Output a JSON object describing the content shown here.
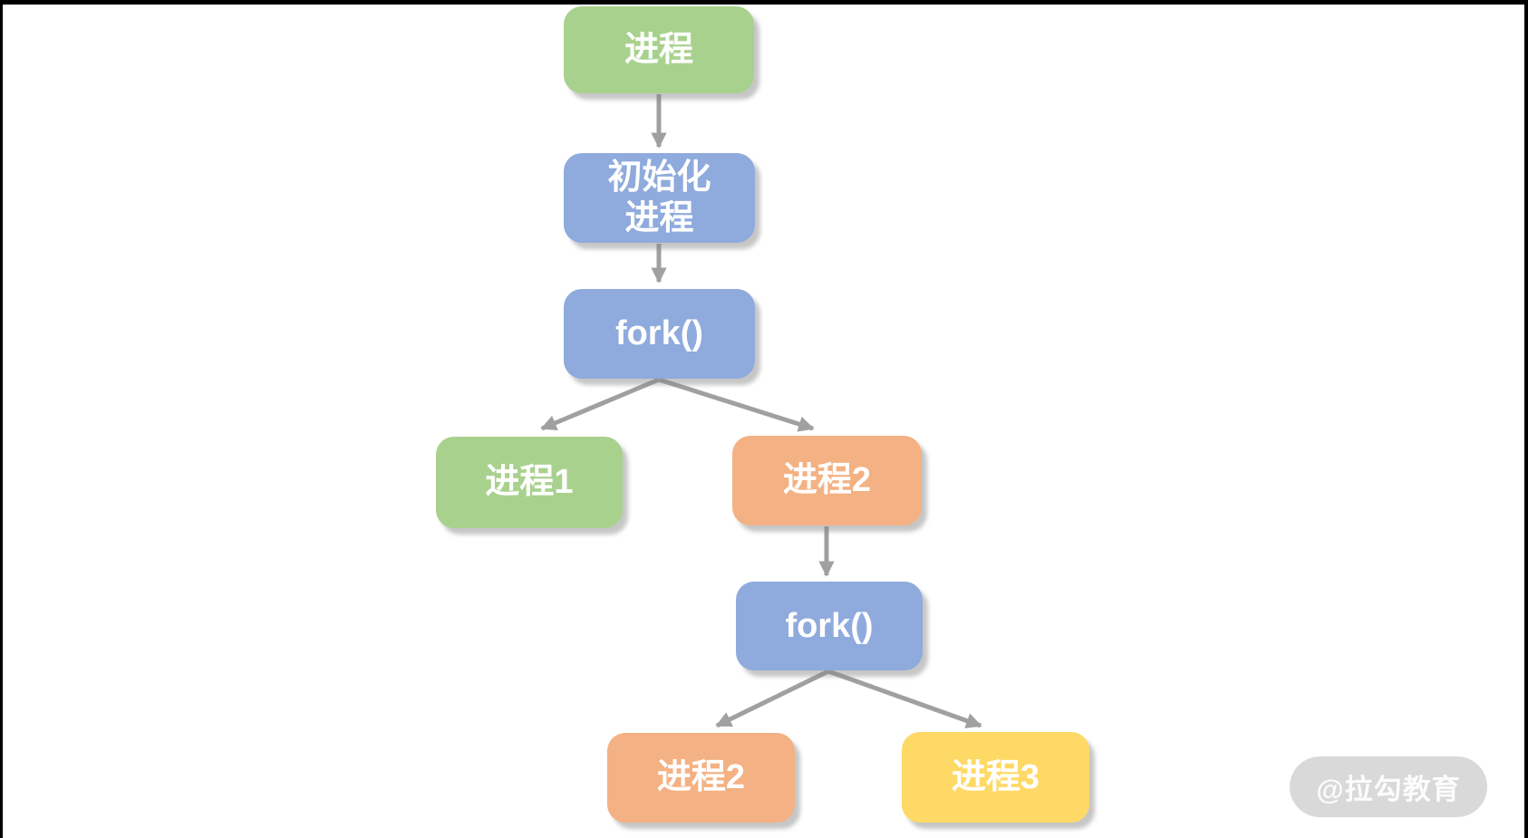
{
  "diagram": {
    "nodes": {
      "root": {
        "label": "进程",
        "color": "green"
      },
      "init": {
        "label": "初始化\n进程",
        "color": "blue"
      },
      "fork1": {
        "label": "fork()",
        "color": "blue"
      },
      "p1": {
        "label": "进程1",
        "color": "green"
      },
      "p2a": {
        "label": "进程2",
        "color": "orange"
      },
      "fork2": {
        "label": "fork()",
        "color": "blue"
      },
      "p2b": {
        "label": "进程2",
        "color": "orange"
      },
      "p3": {
        "label": "进程3",
        "color": "yellow"
      }
    },
    "edges": [
      "root->init",
      "init->fork1",
      "fork1->p1",
      "fork1->p2a",
      "p2a->fork2",
      "fork2->p2b",
      "fork2->p3"
    ],
    "colors": {
      "green": "#A9D18E",
      "blue": "#8FAADC",
      "orange": "#F4B183",
      "yellow": "#FFD966",
      "arrow": "#A0A0A0",
      "watermark_bg": "#D9D9D9",
      "watermark_text": "#FFFFFF"
    },
    "watermark": {
      "text": "@拉勾教育"
    }
  }
}
